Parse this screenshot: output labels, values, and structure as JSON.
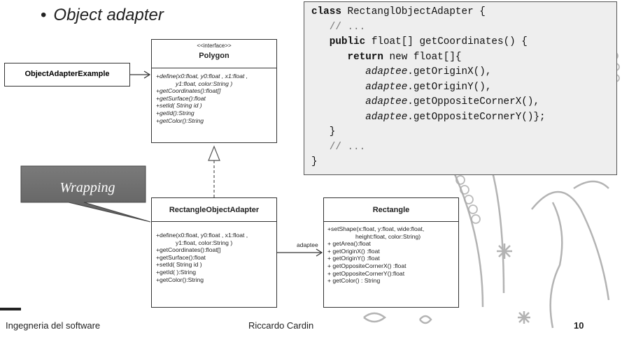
{
  "slide": {
    "bullet": "•",
    "title": "Object adapter"
  },
  "uml": {
    "client": {
      "name": "ObjectAdapterExample"
    },
    "polygon": {
      "stereotype": "<<interface>>",
      "name": "Polygon",
      "operations": [
        "+define(x0:float, y0:float , x1:float ,",
        "y1:float, color:String )",
        "+getCoordinates():float[]",
        "+getSurface():float",
        "+setId( String id )",
        "+getId():String",
        "+getColor():String"
      ]
    },
    "adapter": {
      "name": "RectangleObjectAdapter",
      "operations": [
        "+define(x0:float, y0:float , x1:float ,",
        "y1:float, color:String )",
        "+getCoordinates():float[]",
        "+getSurface():float",
        "+setId( String id )",
        "+getId( ):String",
        "+getColor():String"
      ]
    },
    "adaptee_class": {
      "name": "Rectangle",
      "operations": [
        "+setShape(x:float, y:float, wide:float,",
        "height:float, color:String)",
        "+ getArea():float",
        "+ getOriginX() :float",
        "+ getOriginY() :float",
        "+ getOppositeCornerX() :float",
        "+ getOppositeCornerY():float",
        "+ getColor() : String"
      ]
    },
    "association_label": "adaptee"
  },
  "callout": {
    "text": "Wrapping"
  },
  "code": {
    "l1_kw": "class",
    "l1_rest": " RectanglObjectAdapter {",
    "l2": "   // ...",
    "l3_kw": "public",
    "l3_rest": " float[] getCoordinates() {",
    "l4_kw": "return",
    "l4_rest": " new float[]{",
    "l5_var": "adaptee",
    "l5_rest": ".getOriginX(),",
    "l6_var": "adaptee",
    "l6_rest": ".getOriginY(),",
    "l7_var": "adaptee",
    "l7_rest": ".getOppositeCornerX(),",
    "l8_var": "adaptee",
    "l8_rest": ".getOppositeCornerY()};",
    "l9": "   }",
    "l10": "   // ...",
    "l11": "}"
  },
  "footer": {
    "left": "Ingegneria del software",
    "center": "Riccardo Cardin",
    "page": "10"
  }
}
